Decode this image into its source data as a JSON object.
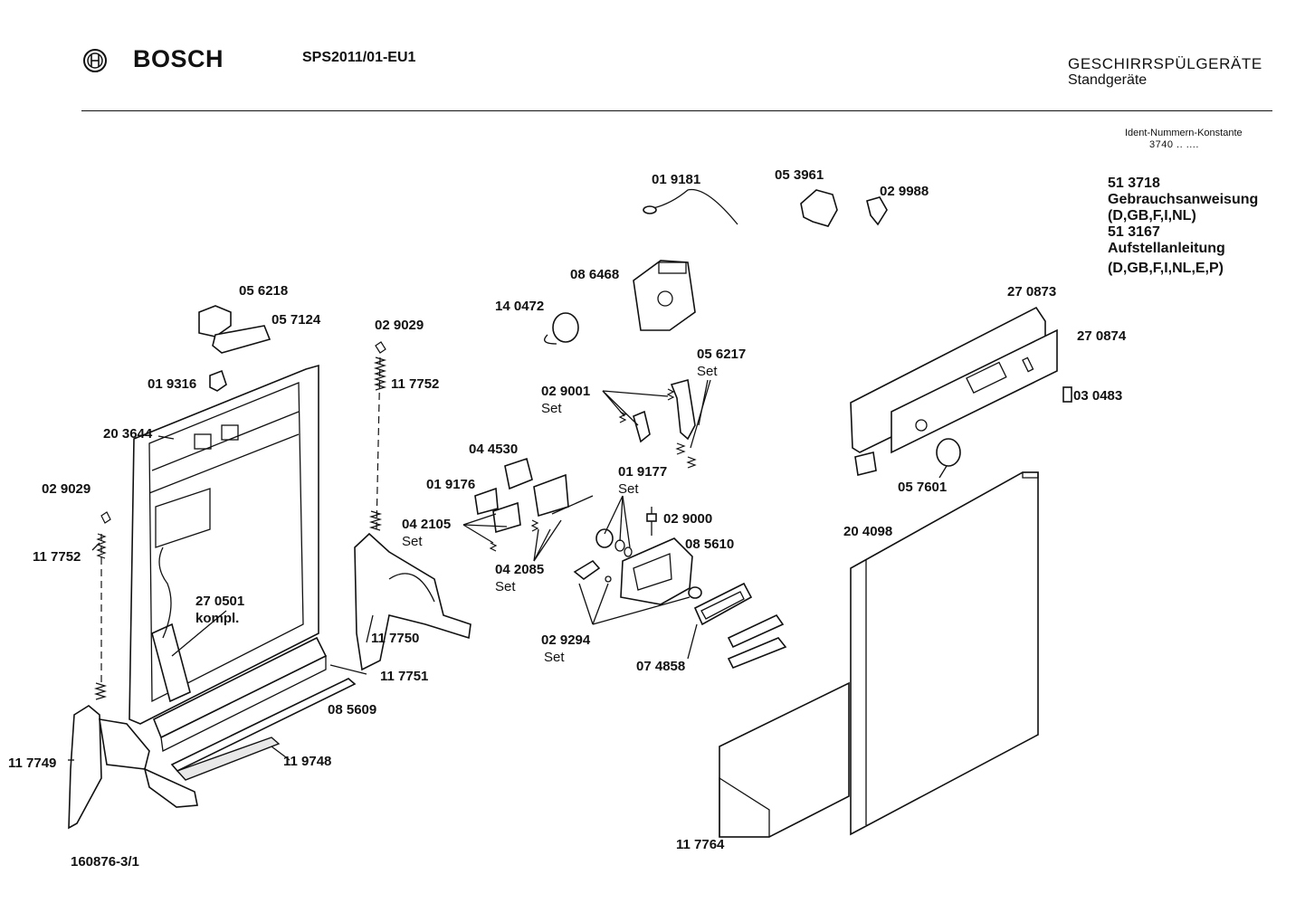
{
  "header": {
    "brand": "BOSCH",
    "model": "SPS2011/01-EU1",
    "category": "GESCHIRRSPÜLGERÄTE",
    "subcategory": "Standgeräte",
    "ident_title": "Ident-Nummern-Konstante",
    "ident_value": "3740 .. ...."
  },
  "documents": [
    "51 3718",
    "Gebrauchsanweisung",
    "(D,GB,F,I,NL)",
    "51 3167",
    "Aufstellanleitung",
    "(D,GB,F,I,NL,E,P)"
  ],
  "labels": {
    "p019181": "01 9181",
    "p053961": "05 3961",
    "p029988": "02 9988",
    "p086468": "08 6468",
    "p140472": "14 0472",
    "p056218": "05 6218",
    "p057124": "05 7124",
    "p029029a": "02 9029",
    "p117752a": "11 7752",
    "p019316": "01 9316",
    "p203644": "20 3644",
    "p029029b": "02 9029",
    "p117752b": "11 7752",
    "p270501": "27 0501",
    "p270501b": "kompl.",
    "p117749": "11 7749",
    "p117750": "11 7750",
    "p117751": "11 7751",
    "p085609": "08 5609",
    "p119748": "11 9748",
    "p056217": "05 6217",
    "p056217s": "Set",
    "p029001": "02 9001",
    "p029001s": "Set",
    "p044530": "04 4530",
    "p019176": "01 9176",
    "p019177": "01 9177",
    "p019177s": "Set",
    "p042105": "04 2105",
    "p042105s": "Set",
    "p029000": "02 9000",
    "p085610": "08 5610",
    "p042085": "04 2085",
    "p042085s": "Set",
    "p029294": "02 9294",
    "p029294s": "Set",
    "p074858": "07 4858",
    "p270873": "27 0873",
    "p270874": "27 0874",
    "p030483": "03 0483",
    "p057601": "05 7601",
    "p204098": "20 4098",
    "p117764": "11 7764"
  },
  "footer": {
    "drawing_number": "160876-3/1"
  }
}
